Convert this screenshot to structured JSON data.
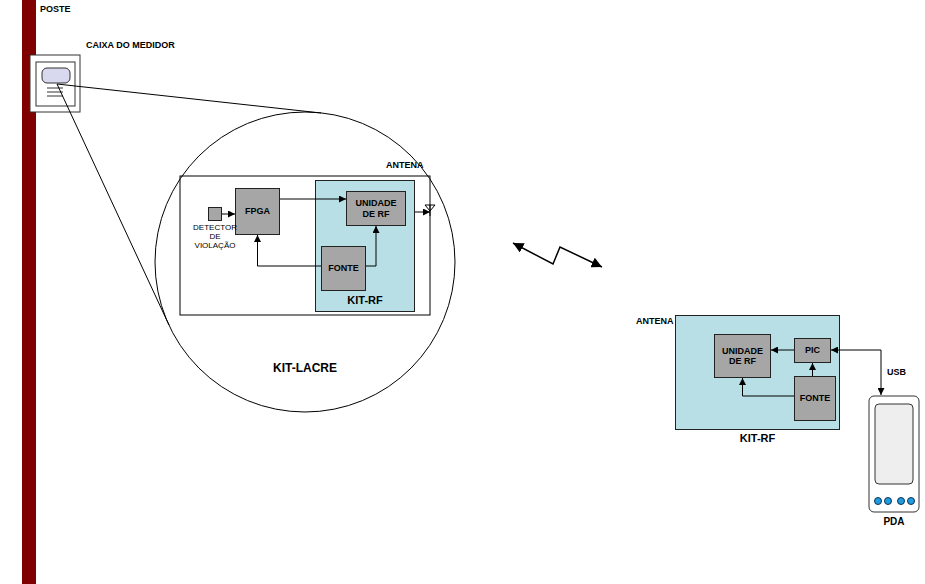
{
  "diagram": {
    "nodes": [
      {
        "text": [
          "KIT-LACRE"
        ]
      },
      {
        "text": [
          "DETECTOR DE VIOLAÇÃO"
        ],
        "in": 0
      },
      {
        "text": [
          "FPGA"
        ],
        "in": 0
      },
      {
        "text": [
          "KIT-RF"
        ],
        "in": 0
      },
      {
        "text": [
          "UNIDADE DE RF"
        ],
        "in": 3
      },
      {
        "text": [
          "FONTE"
        ],
        "in": 3
      },
      {
        "text": [
          "KIT-RF"
        ]
      },
      {
        "text": [
          "UNIDADE DE RF"
        ],
        "in": 6
      },
      {
        "text": [
          "PIC"
        ],
        "in": 6
      },
      {
        "text": [
          "FONTE"
        ],
        "in": 6
      },
      {
        "text": [
          "PDA"
        ]
      }
    ],
    "edges": [
      {
        "from": 1,
        "to": 2,
        "arrow": "to"
      },
      {
        "from": 2,
        "to": 4,
        "arrow": "to"
      },
      {
        "from": 5,
        "to": 2,
        "arrow": "to"
      },
      {
        "from": 5,
        "to": 4,
        "arrow": "to"
      },
      {
        "from": 8,
        "to": 7,
        "arrow": "to"
      },
      {
        "from": 9,
        "to": 8,
        "arrow": "to"
      },
      {
        "from": 9,
        "to": 7,
        "arrow": "to"
      },
      {
        "from": 8,
        "to": 10,
        "arrow": "both",
        "label": "USB"
      }
    ],
    "labels": [
      "POSTE",
      "CAIXA DO MEDIDOR",
      "ANTENA",
      "ANTENA"
    ]
  }
}
